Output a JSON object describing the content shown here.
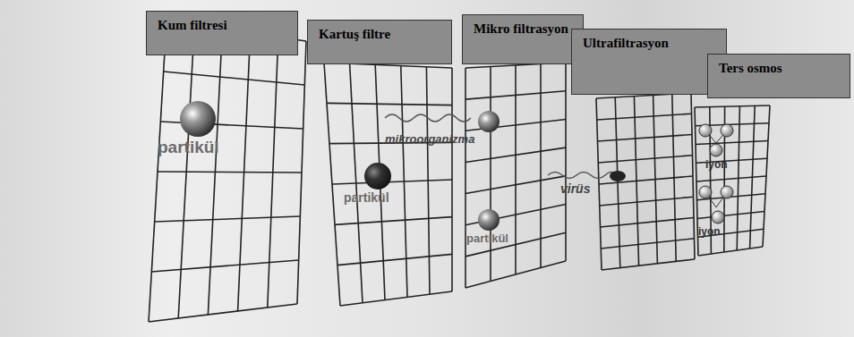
{
  "diagram": {
    "nodes": [
      {
        "text": [
          "Kum filtresi"
        ]
      },
      {
        "text": [
          "Kartuş filtre"
        ]
      },
      {
        "text": [
          "Mikro filtrasyon"
        ]
      },
      {
        "text": [
          "Ultrafiltrasyon"
        ]
      },
      {
        "text": [
          "Ters osmos"
        ]
      }
    ],
    "labels": [
      "partikül",
      "mikroorganizma",
      "partikül",
      "partikül",
      "virüs",
      "iyon",
      "iyon"
    ]
  }
}
